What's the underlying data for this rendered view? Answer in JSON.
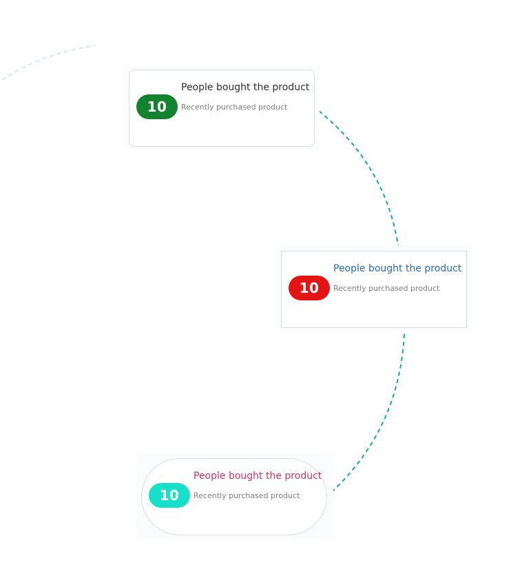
{
  "colors": {
    "connector": "#14a3ad",
    "faint_connector": "#cdebee"
  },
  "cards": [
    {
      "count": "10",
      "title": "People bought the product",
      "subtitle": "Recently purchased product",
      "badge_color": "#13832f",
      "title_color": "#2b2f33"
    },
    {
      "count": "10",
      "title": "People bought the product",
      "subtitle": "Recently purchased product",
      "badge_color": "#e41414",
      "title_color": "#2a6bb8"
    },
    {
      "count": "10",
      "title": "People bought the product",
      "subtitle": "Recently purchased product",
      "badge_color": "#16e0c9",
      "title_color": "#d0325e"
    }
  ]
}
